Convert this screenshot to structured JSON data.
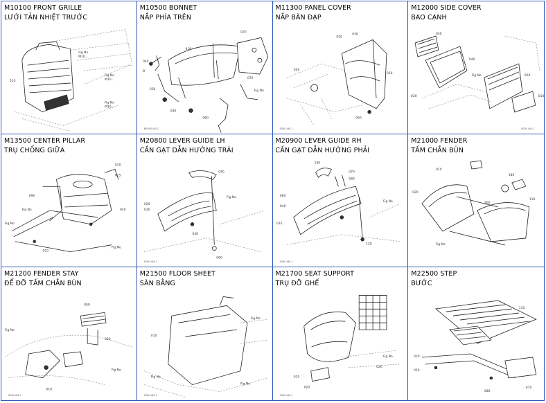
{
  "cells": [
    {
      "code": "M10100 FRONT GRILLE",
      "vn": "LƯỚI TẢN NHIỆT TRƯỚC"
    },
    {
      "code": "M10500 BONNET",
      "vn": "NẮP PHÍA TRÊN"
    },
    {
      "code": "M11300 PANEL COVER",
      "vn": "NẮP BÀN ĐẠP"
    },
    {
      "code": "M12000 SIDE COVER",
      "vn": "BAO CẠNH"
    },
    {
      "code": "M13500 CENTER PILLAR",
      "vn": "TRỤ CHỐNG GIỮA"
    },
    {
      "code": "M20800 LEVER GUIDE LH",
      "vn": "CẦN GẠT DẪN HƯỚNG TRÁI"
    },
    {
      "code": "M20900 LEVER GUIDE RH",
      "vn": "CẦN GẠT DẪN HƯỚNG PHẢI"
    },
    {
      "code": "M21000 FENDER",
      "vn": "TẤM CHẮN BÙN"
    },
    {
      "code": "M21200 FENDER STAY",
      "vn": "ĐỂ ĐỠ TẤM CHẮN BÙN"
    },
    {
      "code": "M21500 FLOOR SHEET",
      "vn": "SÀN BẰNG"
    },
    {
      "code": "M21700 SEAT SUPPORT",
      "vn": "TRỤ ĐỠ GHẾ"
    },
    {
      "code": "M22500 STEP",
      "vn": "BƯỚC"
    }
  ]
}
